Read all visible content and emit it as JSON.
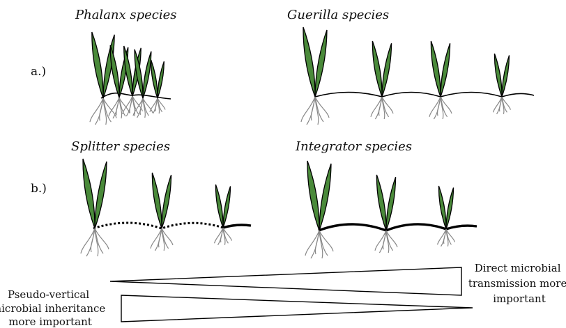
{
  "rows": [
    {
      "label": "a.)",
      "panels": [
        {
          "title": "Phalanx species",
          "connection": "clumped"
        },
        {
          "title": "Guerilla species",
          "connection": "thin"
        }
      ]
    },
    {
      "label": "b.)",
      "panels": [
        {
          "title": "Splitter species",
          "connection": "dotted"
        },
        {
          "title": "Integrator species",
          "connection": "thick"
        }
      ]
    }
  ],
  "gradient": {
    "right_note": [
      "Direct microbial",
      "transmission more",
      "important"
    ],
    "left_note": [
      "Pseudo-vertical",
      "microbial inheritance",
      "more important"
    ]
  },
  "colors": {
    "leaf": "#4a8a3a",
    "outline": "#000000",
    "root": "#888888"
  }
}
